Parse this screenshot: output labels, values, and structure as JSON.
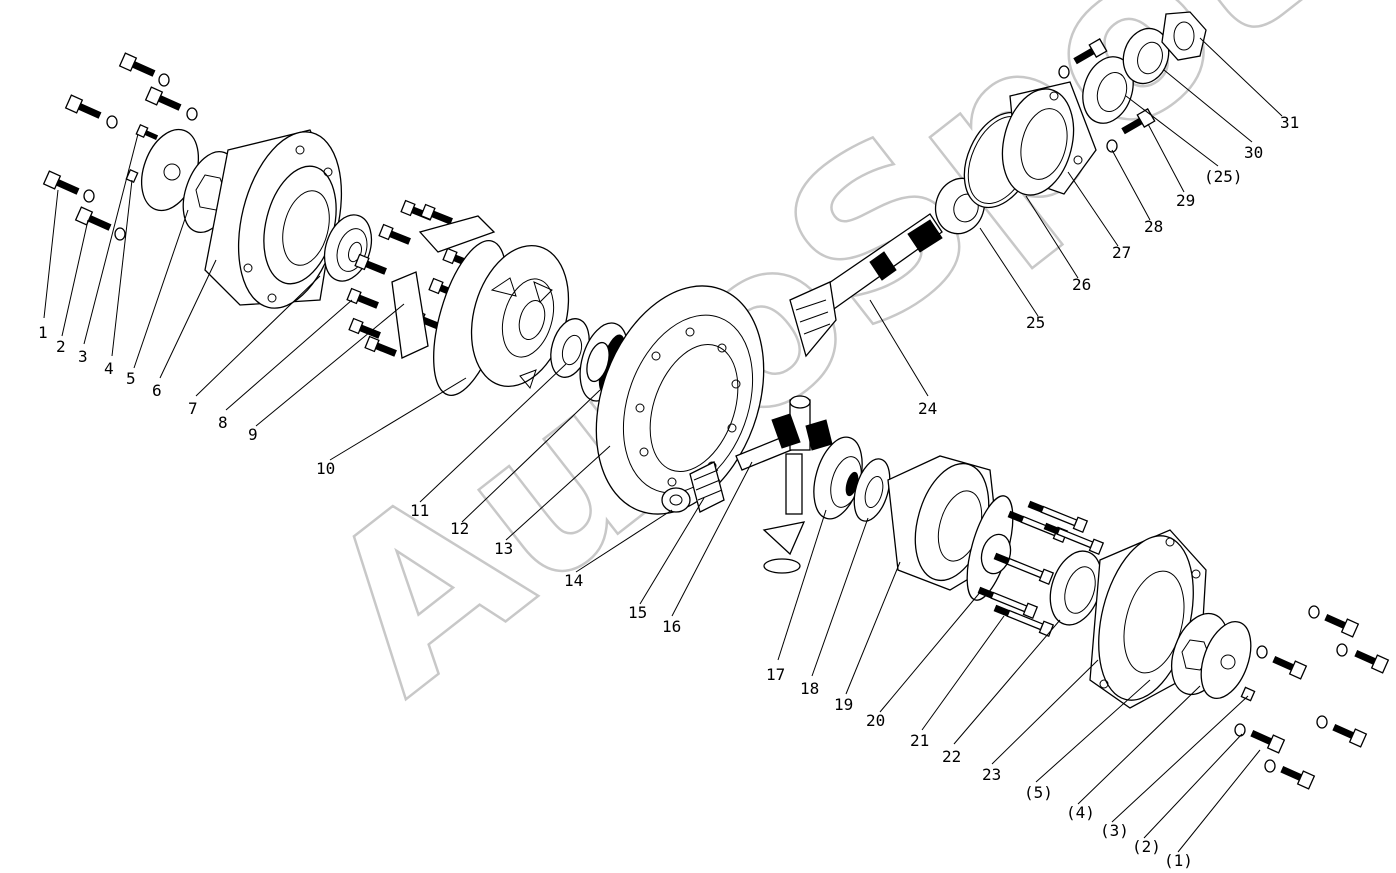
{
  "watermark": "AutoSpot",
  "labels": [
    "1",
    "2",
    "3",
    "4",
    "5",
    "6",
    "7",
    "8",
    "9",
    "10",
    "11",
    "12",
    "13",
    "14",
    "15",
    "16",
    "17",
    "18",
    "19",
    "20",
    "21",
    "22",
    "23",
    "24",
    "25",
    "26",
    "27",
    "28",
    "29",
    "(25)",
    "30",
    "31",
    "(5)",
    "(4)",
    "(3)",
    "(2)",
    "(1)"
  ]
}
